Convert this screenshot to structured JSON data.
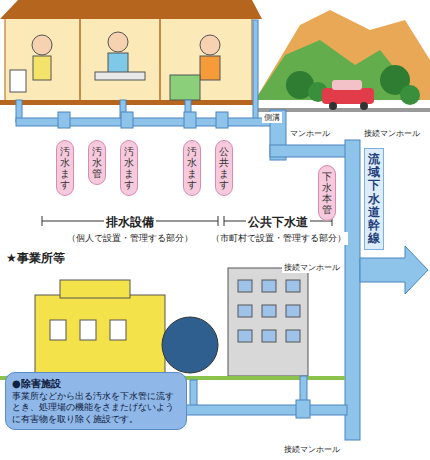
{
  "diagram": {
    "nodes": [
      {
        "text": [
          "汚水ます"
        ]
      },
      {
        "text": [
          "汚水管"
        ]
      },
      {
        "text": [
          "汚水ます"
        ]
      },
      {
        "text": [
          "汚水ます"
        ]
      },
      {
        "text": [
          "公共ます"
        ]
      },
      {
        "text": [
          "下水本管"
        ]
      },
      {
        "text": [
          "流域下水道幹線"
        ]
      },
      {
        "text": [
          "●除害施設",
          "事業所などから出る汚水を下水管に流すとき、処理場の機能をさまたげないように有害物を取り除く施設です。"
        ]
      }
    ],
    "labels": [
      "排水設備",
      "（個人で設置・管理する部分）",
      "公共下水道",
      "（市町村で設置・管理する部分）",
      "接続マンホール",
      "接続マンホール",
      "接続マンホール",
      "★事業所等",
      "側溝",
      "マンホール"
    ]
  }
}
